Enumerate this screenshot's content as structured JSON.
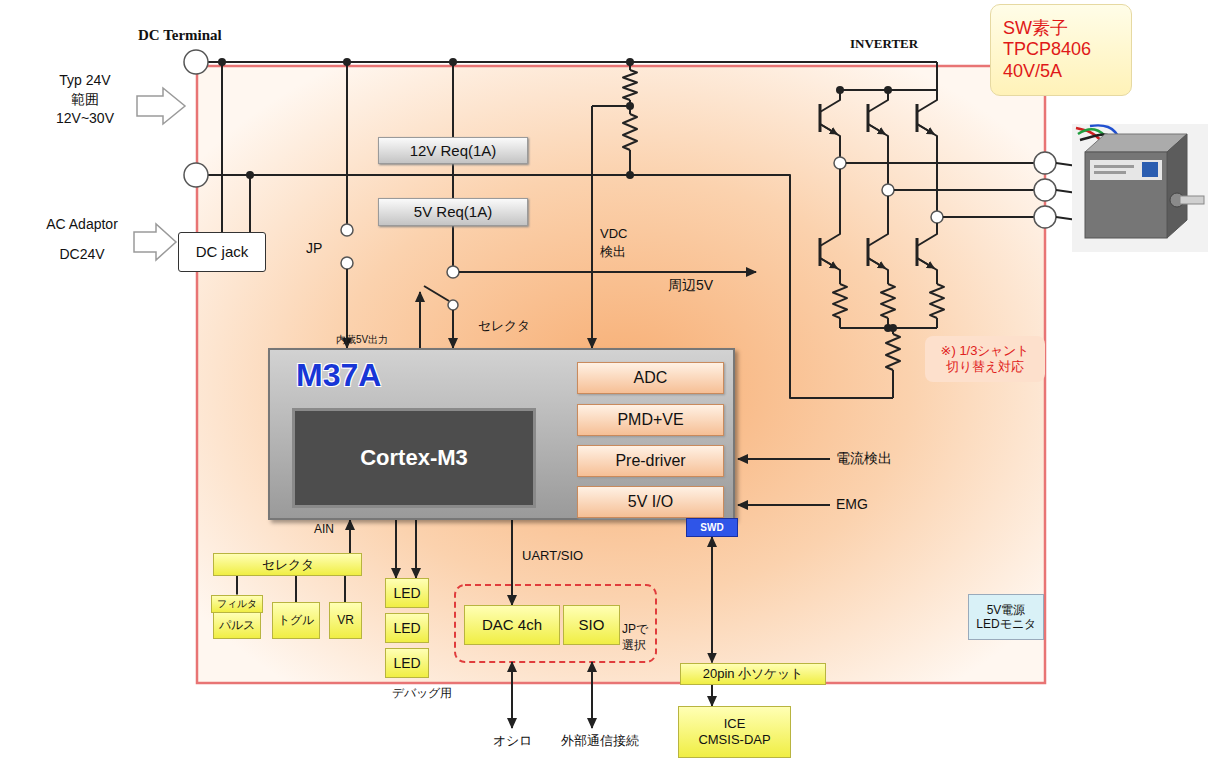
{
  "diagram": {
    "nodes": [
      {
        "text": [
          "SW素子 TPCP8406 40V/5A"
        ]
      },
      {
        "text": [
          "12V Req(1A)"
        ]
      },
      {
        "text": [
          "5V Req(1A)"
        ]
      },
      {
        "text": [
          "DC jack"
        ]
      },
      {
        "text": [
          "M37A"
        ]
      },
      {
        "text": [
          "Cortex-M3"
        ],
        "in": 4
      },
      {
        "text": [
          "ADC"
        ],
        "in": 4
      },
      {
        "text": [
          "PMD+VE"
        ],
        "in": 4
      },
      {
        "text": [
          "Pre-driver"
        ],
        "in": 4
      },
      {
        "text": [
          "5V I/O"
        ],
        "in": 4
      },
      {
        "text": [
          "SWD"
        ]
      },
      {
        "text": [
          "※) 1/3シャント 切り替え対応"
        ]
      },
      {
        "text": [
          "セレクタ"
        ]
      },
      {
        "text": [
          "フィルタ"
        ]
      },
      {
        "text": [
          "パルス"
        ]
      },
      {
        "text": [
          "トグル"
        ]
      },
      {
        "text": [
          "VR"
        ]
      },
      {
        "text": [
          "LED"
        ]
      },
      {
        "text": [
          "LED"
        ]
      },
      {
        "text": [
          "LED"
        ]
      },
      {
        "text": [
          "DAC 4ch"
        ]
      },
      {
        "text": [
          "SIO"
        ]
      },
      {
        "text": [
          "20pin 小ソケット"
        ]
      },
      {
        "text": [
          "ICE",
          "CMSIS-DAP"
        ]
      },
      {
        "text": [
          "5V電源 LEDモニタ"
        ]
      }
    ],
    "edges": [
      {
        "from": 1,
        "to": 2,
        "arrow": "none"
      },
      {
        "from": 13,
        "to": 12,
        "arrow": "none"
      },
      {
        "from": 15,
        "to": 12,
        "arrow": "none"
      },
      {
        "from": 16,
        "to": 12,
        "arrow": "none"
      },
      {
        "from": 12,
        "to": 4,
        "arrow": "to"
      },
      {
        "from": 4,
        "to": 17,
        "arrow": "to"
      },
      {
        "from": 4,
        "to": 17,
        "arrow": "to"
      },
      {
        "from": 4,
        "to": 20,
        "arrow": "to",
        "label": "UART/SIO"
      },
      {
        "from": 10,
        "to": 22,
        "arrow": "both"
      },
      {
        "from": 22,
        "to": 23,
        "arrow": "to"
      }
    ],
    "labels": [
      "DC Terminal",
      "Typ 24V",
      "範囲",
      "12V~30V",
      "AC Adaptor",
      "DC24V",
      "INVERTER",
      "JP",
      "VDC",
      "検出",
      "セレクタ",
      "周辺5V",
      "内蔵5V出力",
      "AIN",
      "電流検出",
      "EMG",
      "JPで",
      "選択",
      "デバッグ用",
      "オシロ",
      "外部通信接続"
    ]
  }
}
